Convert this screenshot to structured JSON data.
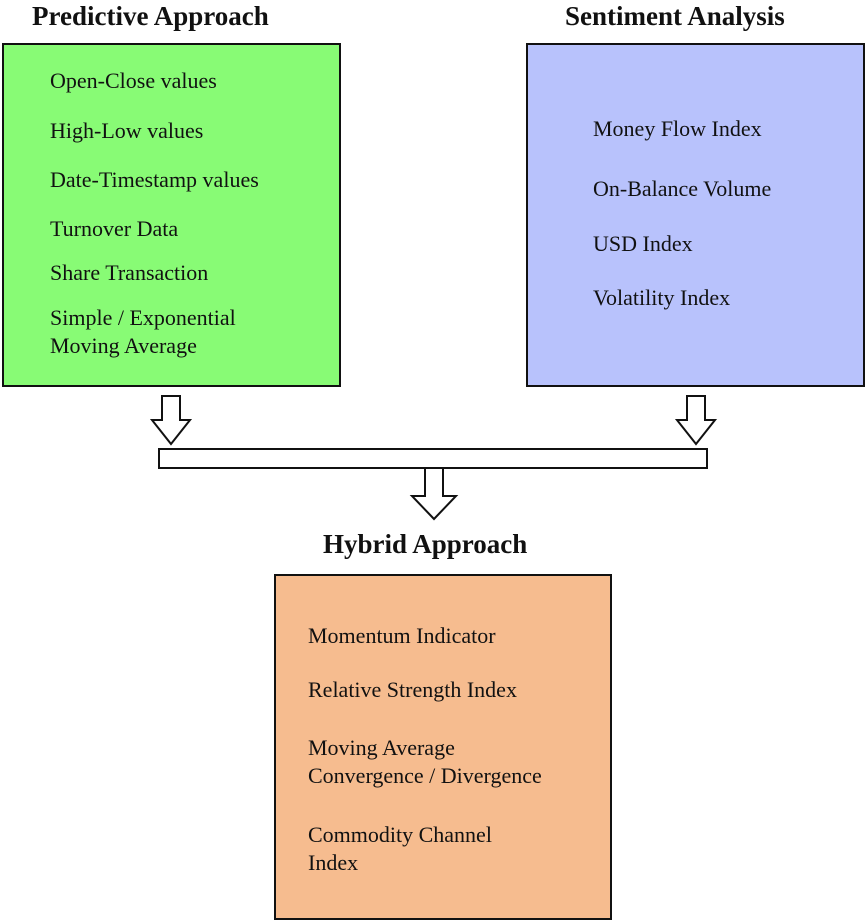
{
  "predictive": {
    "title": "Predictive Approach",
    "color": "#88fb75",
    "items": [
      {
        "lines": [
          "Open-Close values"
        ]
      },
      {
        "lines": [
          "High-Low values"
        ]
      },
      {
        "lines": [
          "Date-Timestamp values"
        ]
      },
      {
        "lines": [
          "Turnover Data"
        ]
      },
      {
        "lines": [
          "Share Transaction"
        ]
      },
      {
        "lines": [
          "Simple / Exponential",
          "Moving Average"
        ]
      }
    ]
  },
  "sentiment": {
    "title": "Sentiment Analysis",
    "color": "#b8c2fc",
    "items": [
      {
        "lines": [
          "Money Flow Index"
        ]
      },
      {
        "lines": [
          "On-Balance Volume"
        ]
      },
      {
        "lines": [
          "USD Index"
        ]
      },
      {
        "lines": [
          "Volatility Index"
        ]
      }
    ]
  },
  "hybrid": {
    "title": "Hybrid Approach",
    "color": "#f6bc8f",
    "items": [
      {
        "lines": [
          "Momentum Indicator"
        ]
      },
      {
        "lines": [
          "Relative Strength Index"
        ]
      },
      {
        "lines": [
          "Moving Average",
          "Convergence / Divergence"
        ]
      },
      {
        "lines": [
          "Commodity Channel",
          "Index"
        ]
      }
    ]
  }
}
